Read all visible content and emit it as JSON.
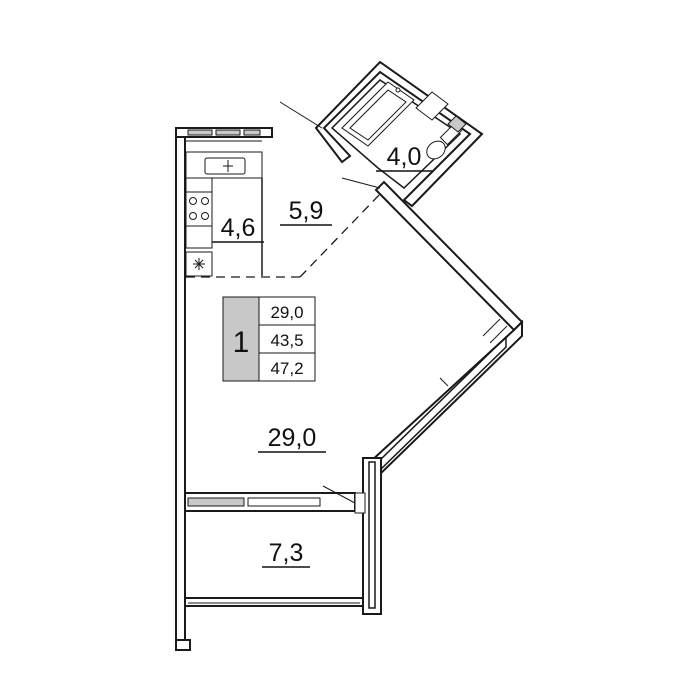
{
  "rooms": {
    "bathroom_area": "4,0",
    "hall_area": "5,9",
    "kitchen_area": "4,6",
    "living_area": "29,0",
    "balcony_area": "7,3"
  },
  "apartment_badge": {
    "rooms_count": "1",
    "living_area": "29,0",
    "total_area": "43,5",
    "total_with_balcony": "47,2"
  }
}
